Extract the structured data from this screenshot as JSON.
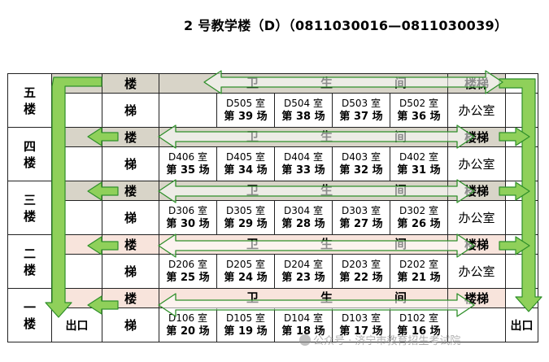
{
  "title": "2 号教学楼（D）（0811030016—0811030039）",
  "corridor": {
    "wei": "卫",
    "sheng": "生",
    "jian": "间"
  },
  "stairs_lou": "楼",
  "stairs_ti": "梯",
  "stairs_right": "楼梯",
  "office": "办公室",
  "exit": "出口",
  "floors": [
    {
      "label": "五楼",
      "rooms": [
        {
          "room": "D505 室",
          "hall": "第 39 场"
        },
        {
          "room": "D504 室",
          "hall": "第 38 场"
        },
        {
          "room": "D503 室",
          "hall": "第 37 场"
        },
        {
          "room": "D502 室",
          "hall": "第 36 场"
        }
      ]
    },
    {
      "label": "四楼",
      "rooms": [
        {
          "room": "D406 室",
          "hall": "第 35 场"
        },
        {
          "room": "D405 室",
          "hall": "第 34 场"
        },
        {
          "room": "D404 室",
          "hall": "第 33 场"
        },
        {
          "room": "D403 室",
          "hall": "第 32 场"
        },
        {
          "room": "D402 室",
          "hall": "第 31 场"
        }
      ]
    },
    {
      "label": "三楼",
      "rooms": [
        {
          "room": "D306 室",
          "hall": "第 30 场"
        },
        {
          "room": "D305 室",
          "hall": "第 29 场"
        },
        {
          "room": "D304 室",
          "hall": "第 28 场"
        },
        {
          "room": "D303 室",
          "hall": "第 27 场"
        },
        {
          "room": "D302 室",
          "hall": "第 26 场"
        }
      ]
    },
    {
      "label": "二楼",
      "rooms": [
        {
          "room": "D206 室",
          "hall": "第 25 场"
        },
        {
          "room": "D205 室",
          "hall": "第 24 场"
        },
        {
          "room": "D204 室",
          "hall": "第 23 场"
        },
        {
          "room": "D203 室",
          "hall": "第 22 场"
        },
        {
          "room": "D202 室",
          "hall": "第 21 场"
        }
      ]
    },
    {
      "label": "一楼",
      "rooms": [
        {
          "room": "D106 室",
          "hall": "第 20 场"
        },
        {
          "room": "D105 室",
          "hall": "第 19 场"
        },
        {
          "room": "D104 室",
          "hall": "第 18 场"
        },
        {
          "room": "D103 室",
          "hall": "第 17 场"
        },
        {
          "room": "D102 室",
          "hall": "第 16 场"
        }
      ]
    }
  ],
  "watermark": "公众号 · 济宁市教育招生考试院",
  "colors": {
    "arrow_fill": "#8fd05a",
    "arrow_stroke": "#2f8f2a",
    "highlight_gray": "#d8d4c8",
    "highlight_pink": "#f8e4dc"
  }
}
